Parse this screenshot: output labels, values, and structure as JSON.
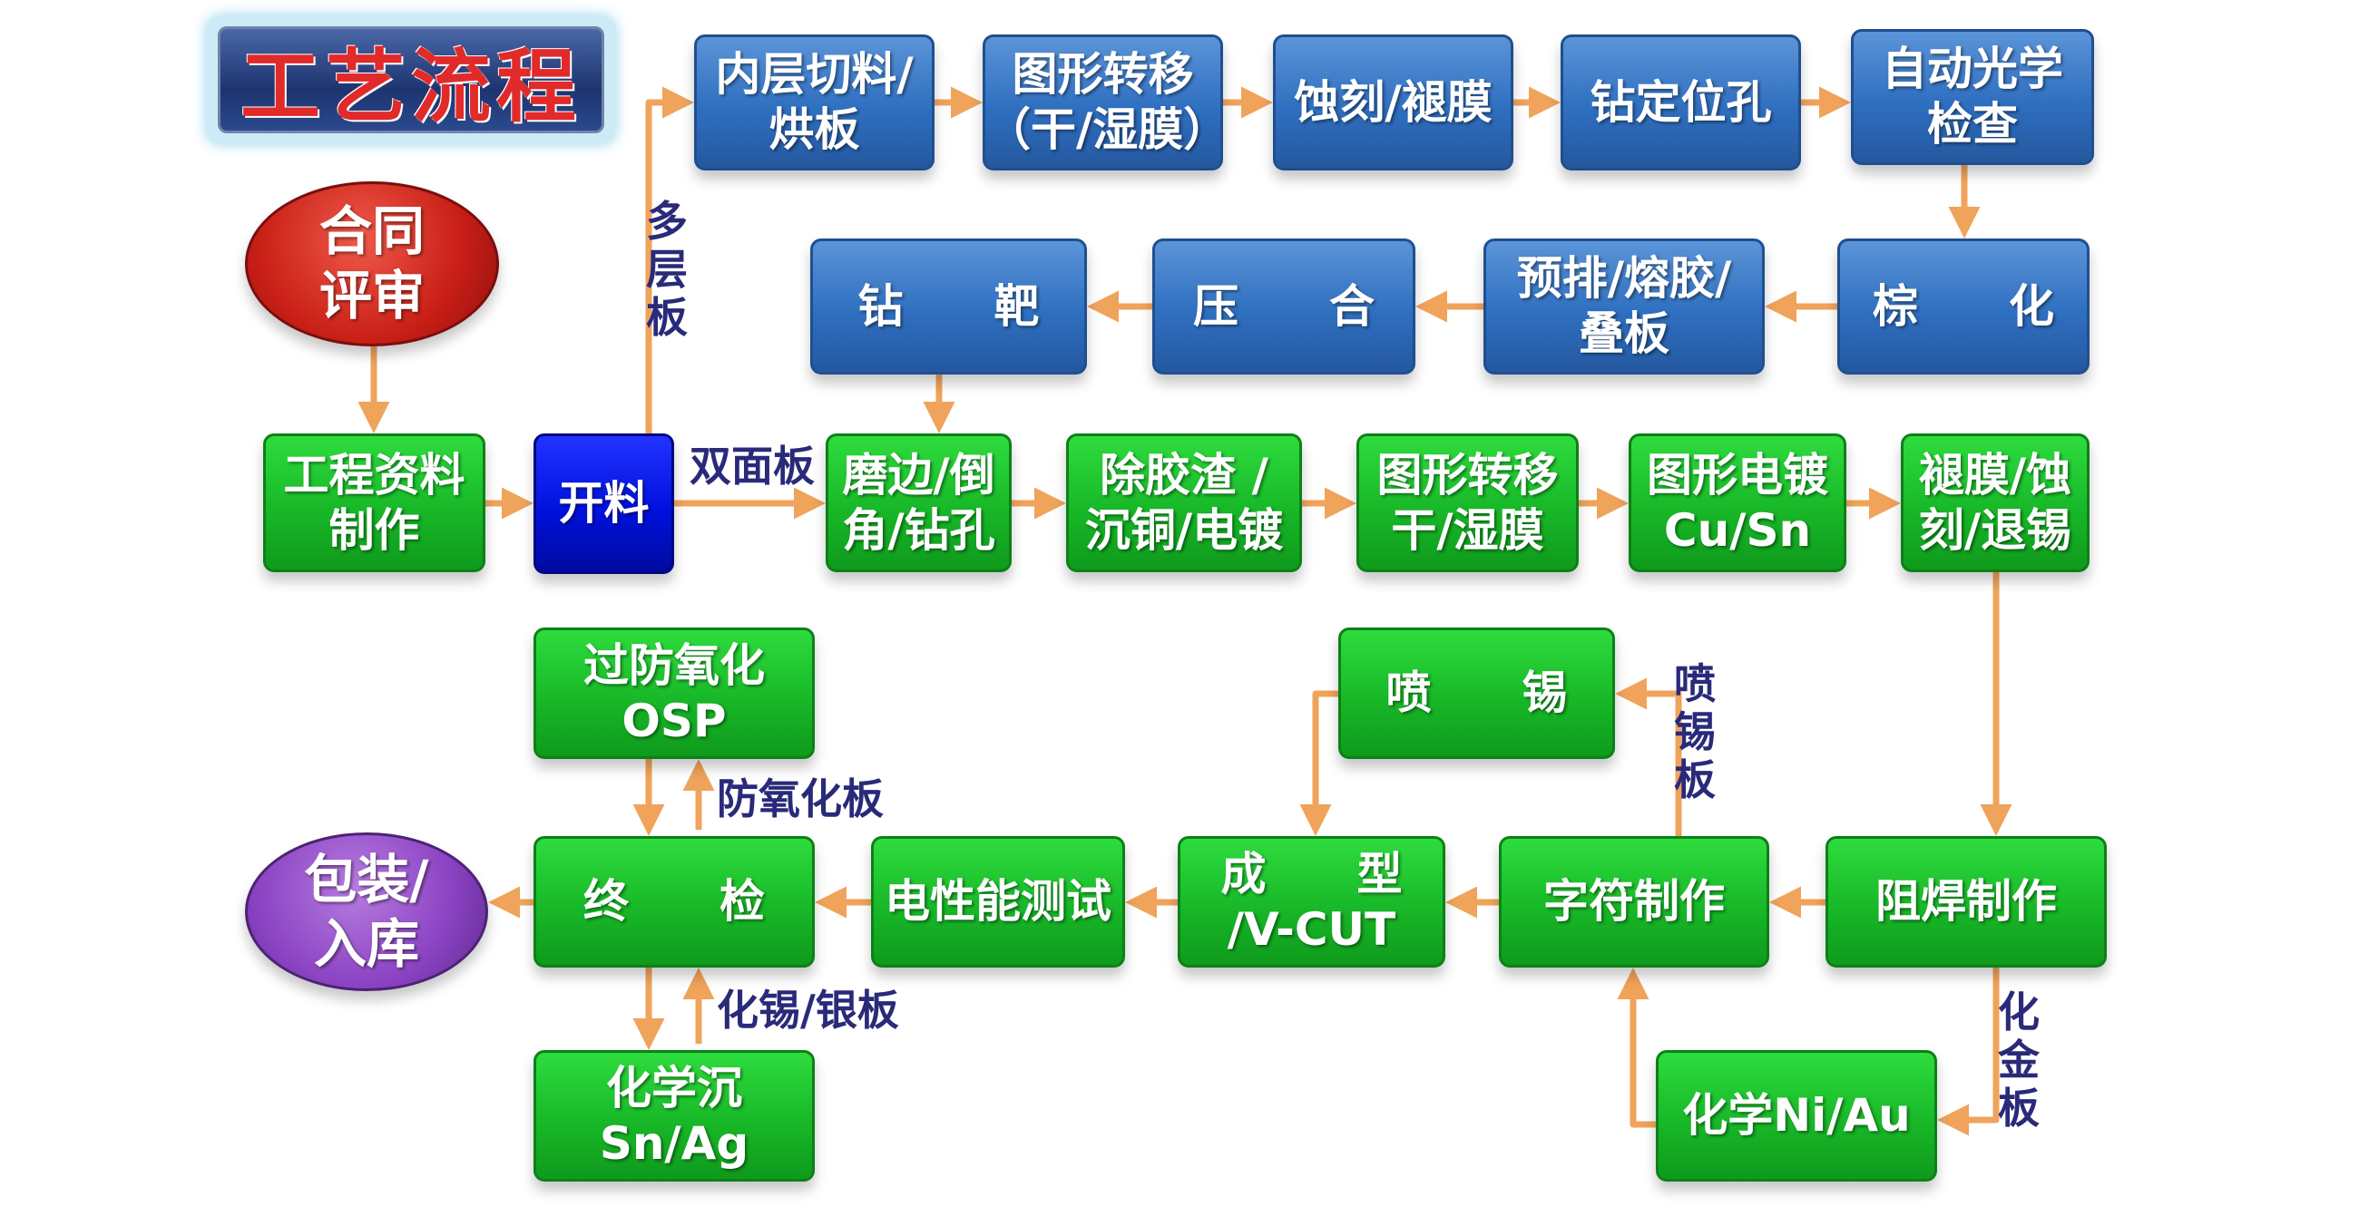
{
  "title": "工艺流程",
  "start": "合同\n评审",
  "end": "包装/\n入库",
  "blue_row1": [
    "内层切料/\n烘板",
    "图形转移\n（干/湿膜）",
    "蚀刻/褪膜",
    "钻定位孔",
    "自动光学\n检查"
  ],
  "blue_row2": [
    "钻　　靶",
    "压　　合",
    "预排/熔胶/\n叠板",
    "棕　　化"
  ],
  "green_row3": [
    "工程资料\n制作",
    "磨边/倒\n角/钻孔",
    "除胶渣 /\n沉铜/电镀",
    "图形转移\n干/湿膜",
    "图形电镀\nCu/Sn",
    "褪膜/蚀\n刻/退锡"
  ],
  "cutting": "开料",
  "osp": "过防氧化\nOSP",
  "spray_tin": "喷　　锡",
  "final_row": [
    "终　　检",
    "电性能测试",
    "成　　型\n/V-CUT",
    "字符制作",
    "阻焊制作"
  ],
  "chem_sn_ag": "化学沉\nSn/Ag",
  "chem_ni_au": "化学Ni/Au",
  "labels": {
    "multilayer": "多\n层\n板",
    "double_sided": "双面板",
    "anti_oxidation": "防氧化板",
    "tin_silver": "化锡/银板",
    "spray_tin_board": "喷\n锡\n板",
    "gold_board": "化\n金\n板"
  },
  "colors": {
    "arrow": "#f0a35a",
    "label": "#2a2a7a"
  }
}
